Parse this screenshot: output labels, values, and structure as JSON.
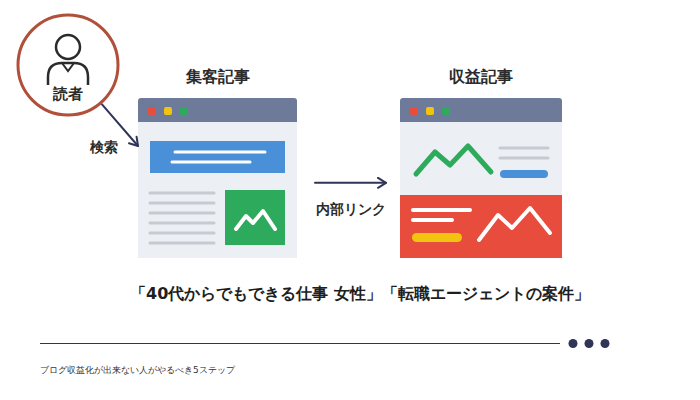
{
  "diagram": {
    "nodes": [
      {
        "text": [
          "読者"
        ]
      },
      {
        "text": [
          "集客記事"
        ]
      },
      {
        "text": [
          "収益記事"
        ]
      }
    ],
    "edges": [
      {
        "from": 0,
        "to": 1,
        "label": "検索",
        "arrow": "to"
      },
      {
        "from": 1,
        "to": 2,
        "label": "内部リンク",
        "arrow": "to"
      }
    ],
    "labels": [
      "「40代からでもできる仕事 女性」「転職エージェントの案件」",
      "ブログ収益化が出来ない人がやるべき5ステップ"
    ]
  }
}
